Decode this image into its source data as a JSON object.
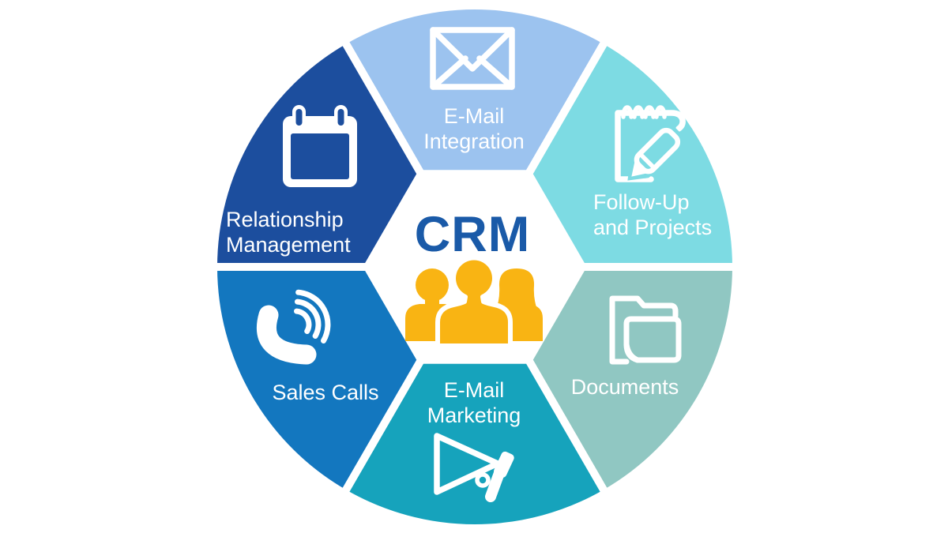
{
  "background": "#FFFFFF",
  "center": {
    "label": "CRM",
    "label_color": "#1A5AA8",
    "icon": "people-group-icon",
    "people_color": "#F9B413"
  },
  "segments": [
    {
      "id": "email-integration",
      "label_lines": [
        "E-Mail",
        "Integration"
      ],
      "icon": "envelope-icon",
      "color": "#9CC3EF",
      "text_color": "#FFFFFF"
    },
    {
      "id": "follow-up-and-projects",
      "label_lines": [
        "Follow-Up",
        "and Projects"
      ],
      "icon": "notepad-pencil-icon",
      "color": "#7DDBE3",
      "text_color": "#FFFFFF"
    },
    {
      "id": "documents",
      "label_lines": [
        "Documents"
      ],
      "icon": "folder-icon",
      "color": "#90C7C2",
      "text_color": "#FFFFFF"
    },
    {
      "id": "email-marketing",
      "label_lines": [
        "E-Mail",
        "Marketing"
      ],
      "icon": "megaphone-icon",
      "color": "#16A3BC",
      "text_color": "#FFFFFF"
    },
    {
      "id": "sales-calls",
      "label_lines": [
        "Sales Calls"
      ],
      "icon": "phone-icon",
      "color": "#1377BF",
      "text_color": "#FFFFFF"
    },
    {
      "id": "relationship-management",
      "label_lines": [
        "Relationship",
        "Management"
      ],
      "icon": "calendar-icon",
      "color": "#1C4E9E",
      "text_color": "#FFFFFF"
    }
  ]
}
